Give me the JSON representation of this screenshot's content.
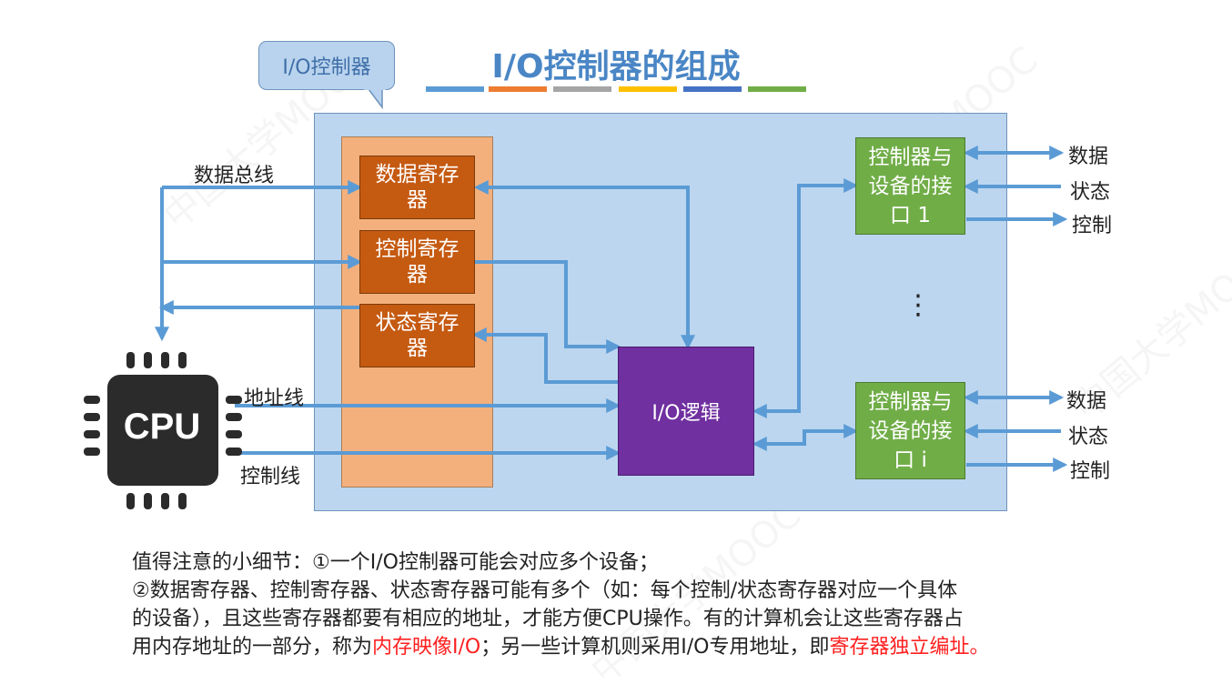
{
  "title": "I/O控制器的组成",
  "title_bar_colors": [
    "#5b9bd5",
    "#ed7d31",
    "#a5a5a5",
    "#ffc000",
    "#4472c4",
    "#70ad47"
  ],
  "callout": "I/O控制器",
  "registers": {
    "data": "数据寄存器",
    "control": "控制寄存器",
    "status": "状态寄存器"
  },
  "io_logic": "I/O逻辑",
  "interface_1": "控制器与设备的接口 1",
  "interface_i": "控制器与设备的接口 i",
  "ellipsis": "⋮",
  "cpu": "CPU",
  "bus_labels": {
    "data_bus": "数据总线",
    "address_bus": "地址线",
    "control_bus": "控制线"
  },
  "device_signals_1": [
    "数据",
    "状态",
    "控制"
  ],
  "device_signals_i": [
    "数据",
    "状态",
    "控制"
  ],
  "watermark": "中国大学MOOC",
  "colors": {
    "arrow": "#5b9bd5",
    "io_controller_bg": "#bcd6ef",
    "register_column": "#f3b07d",
    "register": "#c55a11",
    "io_logic": "#7030a0",
    "interface": "#70ad47",
    "highlight": "#ff2020"
  },
  "note": {
    "line1": "值得注意的小细节：①一个I/O控制器可能会对应多个设备；",
    "line2": "②数据寄存器、控制寄存器、状态寄存器可能有多个（如：每个控制/状态寄存器对应一个具体",
    "line3": "的设备），且这些寄存器都要有相应的地址，才能方便CPU操作。有的计算机会让这些寄存器占",
    "line4_prefix": "用内存地址的一部分，称为",
    "line4_red1": "内存映像I/O",
    "line4_mid": "；另一些计算机则采用I/O专用地址，即",
    "line4_red2": "寄存器独立编址。"
  }
}
